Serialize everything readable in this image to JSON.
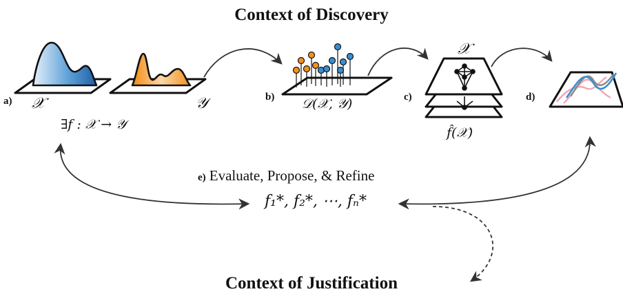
{
  "title_top": "Context of Discovery",
  "title_bottom": "Context of Justification",
  "panels": {
    "a": "a)",
    "b": "b)",
    "c": "c)",
    "d": "d)",
    "e": "e)"
  },
  "labels": {
    "x_space": "𝒳",
    "y_space": "𝒴",
    "exists_f": "∃f : 𝒳 → 𝒴",
    "dataset": "𝒟(𝒳, 𝒴)",
    "model_input": "𝒳",
    "model_output": "f̂(𝒳)",
    "loop_text": "Evaluate, Propose, & Refine",
    "candidates": "f₁*, f₂*, ⋯, fₙ*"
  },
  "colors": {
    "blue": "#3a8ed0",
    "blue_light": "#dbeaf7",
    "orange": "#f4901e",
    "orange_light": "#fbe0bf",
    "pink": "#f0a6b6",
    "gray": "#888888"
  }
}
